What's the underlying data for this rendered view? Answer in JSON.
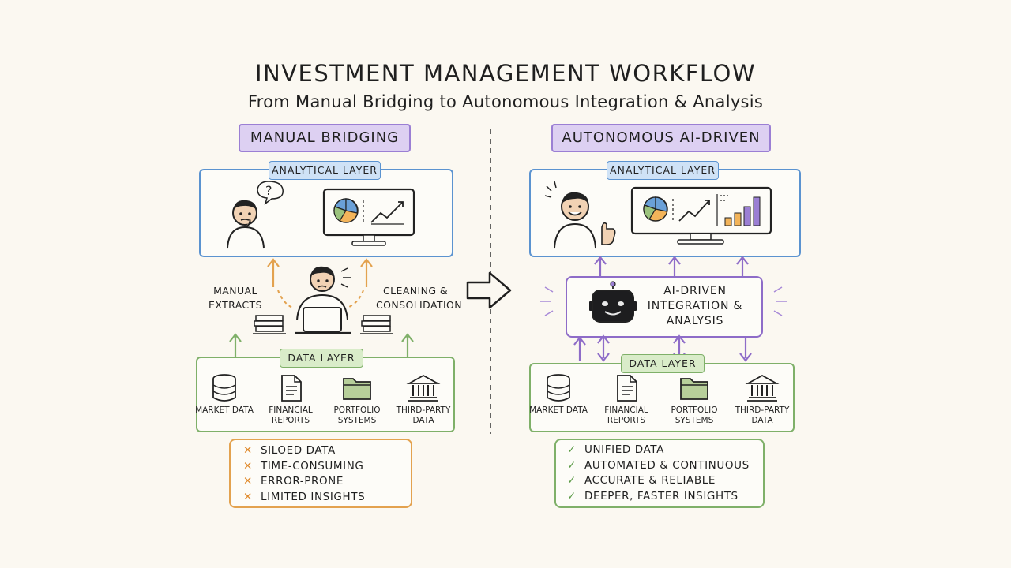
{
  "title": "INVESTMENT MANAGEMENT WORKFLOW",
  "subtitle": "From Manual Bridging to Autonomous Integration & Analysis",
  "left": {
    "heading": "MANUAL BRIDGING",
    "analytical_layer": "ANALYTICAL LAYER",
    "manual_extracts": [
      "MANUAL",
      "EXTRACTS"
    ],
    "cleaning": [
      "CLEANING &",
      "CONSOLIDATION"
    ],
    "data_layer": "DATA LAYER",
    "sources": [
      {
        "icon": "database-icon",
        "label": [
          "MARKET DATA"
        ]
      },
      {
        "icon": "document-icon",
        "label": [
          "FINANCIAL",
          "REPORTS"
        ]
      },
      {
        "icon": "folder-icon",
        "label": [
          "PORTFOLIO",
          "SYSTEMS"
        ]
      },
      {
        "icon": "bank-icon",
        "label": [
          "THIRD-PARTY",
          "DATA"
        ]
      }
    ],
    "issues": [
      "SILOED DATA",
      "TIME-CONSUMING",
      "ERROR-PRONE",
      "LIMITED INSIGHTS"
    ],
    "issue_mark": "✕"
  },
  "right": {
    "heading": "AUTONOMOUS AI-DRIVEN",
    "analytical_layer": "ANALYTICAL LAYER",
    "ai_box": [
      "AI-DRIVEN",
      "INTEGRATION &",
      "ANALYSIS"
    ],
    "data_layer": "DATA LAYER",
    "sources": [
      {
        "icon": "database-icon",
        "label": [
          "MARKET DATA"
        ]
      },
      {
        "icon": "document-icon",
        "label": [
          "FINANCIAL",
          "REPORTS"
        ]
      },
      {
        "icon": "folder-icon",
        "label": [
          "PORTFOLIO",
          "SYSTEMS"
        ]
      },
      {
        "icon": "bank-icon",
        "label": [
          "THIRD-PARTY",
          "DATA"
        ]
      }
    ],
    "benefits": [
      "UNIFIED DATA",
      "AUTOMATED & CONTINUOUS",
      "ACCURATE & RELIABLE",
      "DEEPER, FASTER INSIGHTS"
    ],
    "benefit_mark": "✓"
  },
  "colors": {
    "purple": "#9b7fd4",
    "blue": "#5b93d0",
    "green": "#7fb069",
    "orange": "#e3a24f",
    "background": "#fbf8f1"
  }
}
